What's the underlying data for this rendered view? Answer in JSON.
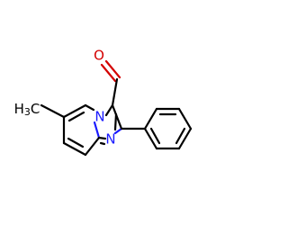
{
  "molecule": {
    "atoms": {
      "oxygen": {
        "symbol": "O",
        "color": "#d40000"
      },
      "n_bridge": {
        "symbol": "N",
        "color": "#1a1aff"
      },
      "n_ring": {
        "symbol": "N",
        "color": "#1a1aff"
      },
      "methyl": {
        "prefix": "H",
        "subscript": "3",
        "suffix": "C",
        "color": "#000000"
      }
    }
  }
}
